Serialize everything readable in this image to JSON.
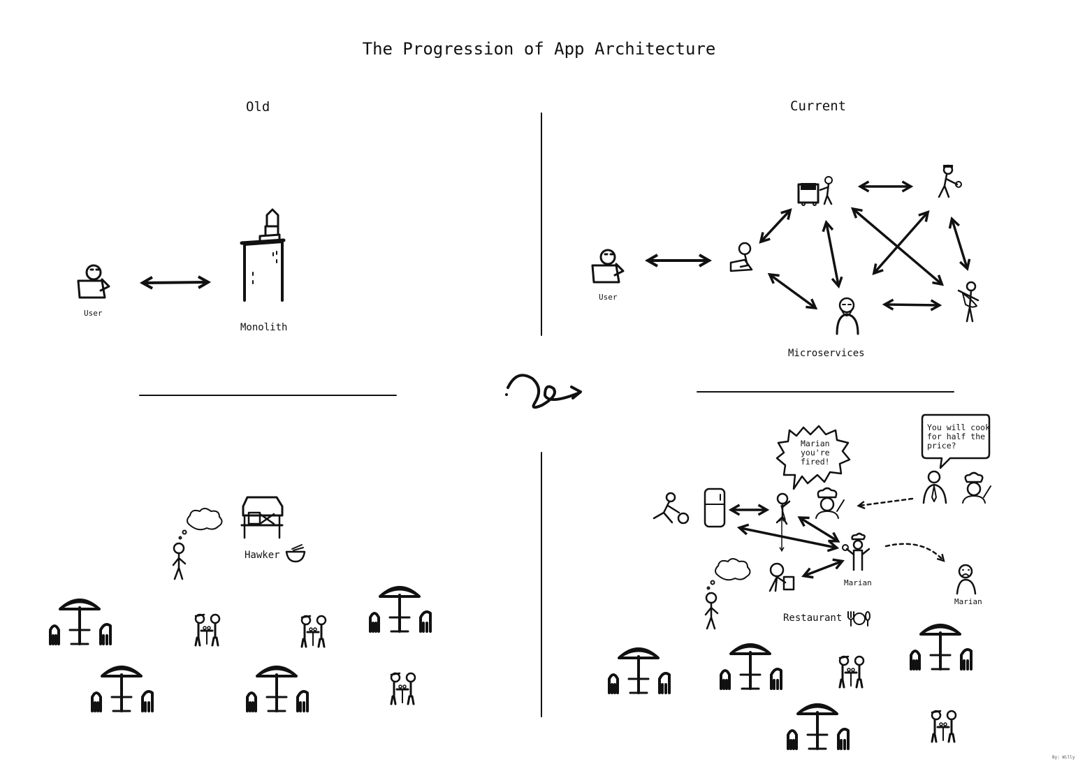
{
  "title": "The Progression of App Architecture",
  "headings": {
    "old": "Old",
    "current": "Current"
  },
  "top_left": {
    "user_label": "User",
    "monolith_label": "Monolith"
  },
  "top_right": {
    "user_label": "User",
    "microservices_label": "Microservices"
  },
  "bottom_left": {
    "hawker_label": "Hawker"
  },
  "bottom_right": {
    "restaurant_label": "Restaurant",
    "marian_label_chef": "Marian",
    "marian_label_fired": "Marian",
    "bubble_fired": "Marian\nyou're\nfired!",
    "bubble_cook": "You will cook\nfor half the\nprice?"
  },
  "credit": "By: Willy"
}
